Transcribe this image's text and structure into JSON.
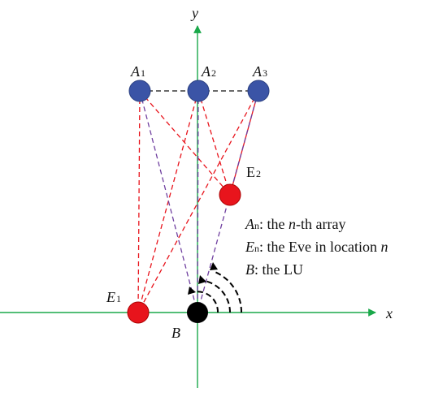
{
  "axes": {
    "x_label": "x",
    "y_label": "y"
  },
  "arrays": [
    {
      "id": "A1",
      "symbol": "A",
      "sub": "1"
    },
    {
      "id": "A2",
      "symbol": "A",
      "sub": "2"
    },
    {
      "id": "A3",
      "symbol": "A",
      "sub": "3"
    }
  ],
  "eves": [
    {
      "id": "E1",
      "symbol": "E",
      "sub": "1",
      "italic": true
    },
    {
      "id": "E2",
      "symbol": "E",
      "sub": "2",
      "italic": false
    }
  ],
  "user": {
    "label": "B"
  },
  "legend": [
    {
      "sym": "A",
      "sub": "n",
      "pre": ": the ",
      "it": "n",
      "post": "-th array"
    },
    {
      "sym": "E",
      "sub": "n",
      "pre": ": the Eve in location ",
      "it": "n",
      "post": ""
    },
    {
      "sym": "B",
      "sub": "",
      "pre": ": the LU",
      "it": "",
      "post": ""
    }
  ],
  "colors": {
    "axis": "#1aa84a",
    "array_node": "#3b54a6",
    "eve_node": "#e8141c",
    "user_node": "#000000",
    "red_link": "#e8141c",
    "purple_link": "#7040a0",
    "array_link": "#111111"
  }
}
